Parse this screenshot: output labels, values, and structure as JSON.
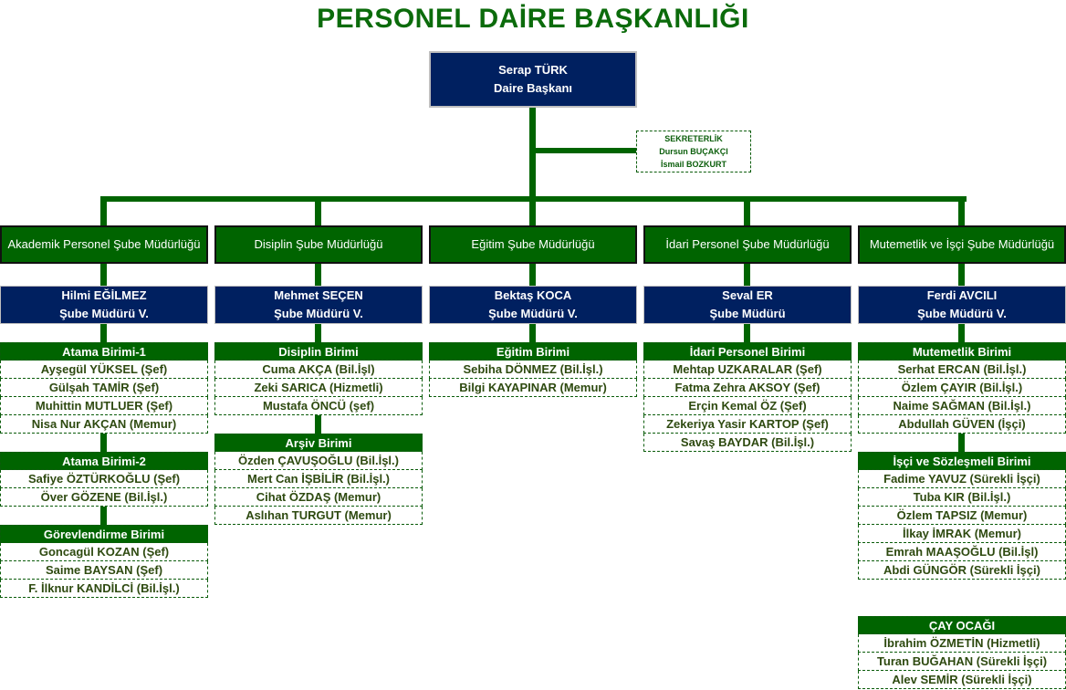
{
  "title": "PERSONEL DAİRE BAŞKANLIĞI",
  "head": {
    "name": "Serap TÜRK",
    "role": "Daire Başkanı"
  },
  "secretariat": {
    "title": "SEKRETERLİK",
    "members": [
      "Dursun BUÇAKÇI",
      "İsmail BOZKURT"
    ]
  },
  "colors": {
    "green": "#006400",
    "navy": "#002060"
  },
  "departments": [
    {
      "name": "Akademik Personel Şube Müdürlüğü",
      "manager": "Hilmi EĞİLMEZ",
      "manager_role": "Şube Müdürü V.",
      "units": [
        {
          "name": "Atama Birimi-1",
          "members": [
            "Ayşegül YÜKSEL (Şef)",
            "Gülşah TAMİR (Şef)",
            "Muhittin MUTLUER (Şef)",
            "Nisa Nur AKÇAN (Memur)"
          ]
        },
        {
          "name": "Atama Birimi-2",
          "members": [
            "Safiye ÖZTÜRKOĞLU (Şef)",
            "Över GÖZENE (Bil.İşl.)"
          ]
        },
        {
          "name": "Görevlendirme Birimi",
          "members": [
            "Goncagül KOZAN (Şef)",
            "Saime BAYSAN (Şef)",
            "F. İlknur KANDİLCİ (Bil.İşl.)"
          ]
        }
      ]
    },
    {
      "name": "Disiplin Şube Müdürlüğü",
      "manager": "Mehmet SEÇEN",
      "manager_role": "Şube Müdürü V.",
      "units": [
        {
          "name": "Disiplin Birimi",
          "members": [
            "Cuma AKÇA (Bil.İşl)",
            "Zeki SARICA (Hizmetli)",
            "Mustafa ÖNCÜ (şef)"
          ]
        },
        {
          "name": "Arşiv Birimi",
          "members": [
            "Özden ÇAVUŞOĞLU (Bil.İşl.)",
            "Mert Can İŞBİLİR (Bil.İşl.)",
            "Cihat ÖZDAŞ (Memur)",
            "Aslıhan TURGUT (Memur)"
          ]
        }
      ]
    },
    {
      "name": "Eğitim Şube Müdürlüğü",
      "manager": "Bektaş KOCA",
      "manager_role": "Şube Müdürü V.",
      "units": [
        {
          "name": "Eğitim Birimi",
          "members": [
            "Sebiha DÖNMEZ (Bil.İşl.)",
            "Bilgi KAYAPINAR (Memur)"
          ]
        }
      ]
    },
    {
      "name": "İdari Personel Şube Müdürlüğü",
      "manager": "Seval ER",
      "manager_role": "Şube Müdürü",
      "units": [
        {
          "name": "İdari Personel Birimi",
          "members": [
            "Mehtap UZKARALAR (Şef)",
            "Fatma Zehra AKSOY (Şef)",
            "Erçin Kemal ÖZ (Şef)",
            "Zekeriya Yasir KARTOP (Şef)",
            "Savaş BAYDAR (Bil.İşl.)"
          ]
        }
      ]
    },
    {
      "name": "Mutemetlik ve İşçi Şube Müdürlüğü",
      "manager": "Ferdi AVCILI",
      "manager_role": "Şube Müdürü V.",
      "units": [
        {
          "name": "Mutemetlik Birimi",
          "members": [
            "Serhat ERCAN (Bil.İşl.)",
            "Özlem ÇAYIR (Bil.İşl.)",
            "Naime SAĞMAN (Bil.İşl.)",
            "Abdullah GÜVEN (İşçi)"
          ]
        },
        {
          "name": "İşçi ve Sözleşmeli Birimi",
          "members": [
            "Fadime YAVUZ (Sürekli İşçi)",
            "Tuba KIR (Bil.İşl.)",
            "Özlem TAPSIZ (Memur)",
            "İlkay İMRAK (Memur)",
            "Emrah MAAŞOĞLU (Bil.İşl)",
            "Abdi GÜNGÖR (Sürekli İşçi)"
          ]
        },
        {
          "name": "ÇAY OCAĞI",
          "members": [
            "İbrahim ÖZMETİN (Hizmetli)",
            "Turan BUĞAHAN (Sürekli İşçi)",
            "Alev SEMİR (Sürekli İşçi)"
          ],
          "detached": true
        }
      ]
    }
  ]
}
